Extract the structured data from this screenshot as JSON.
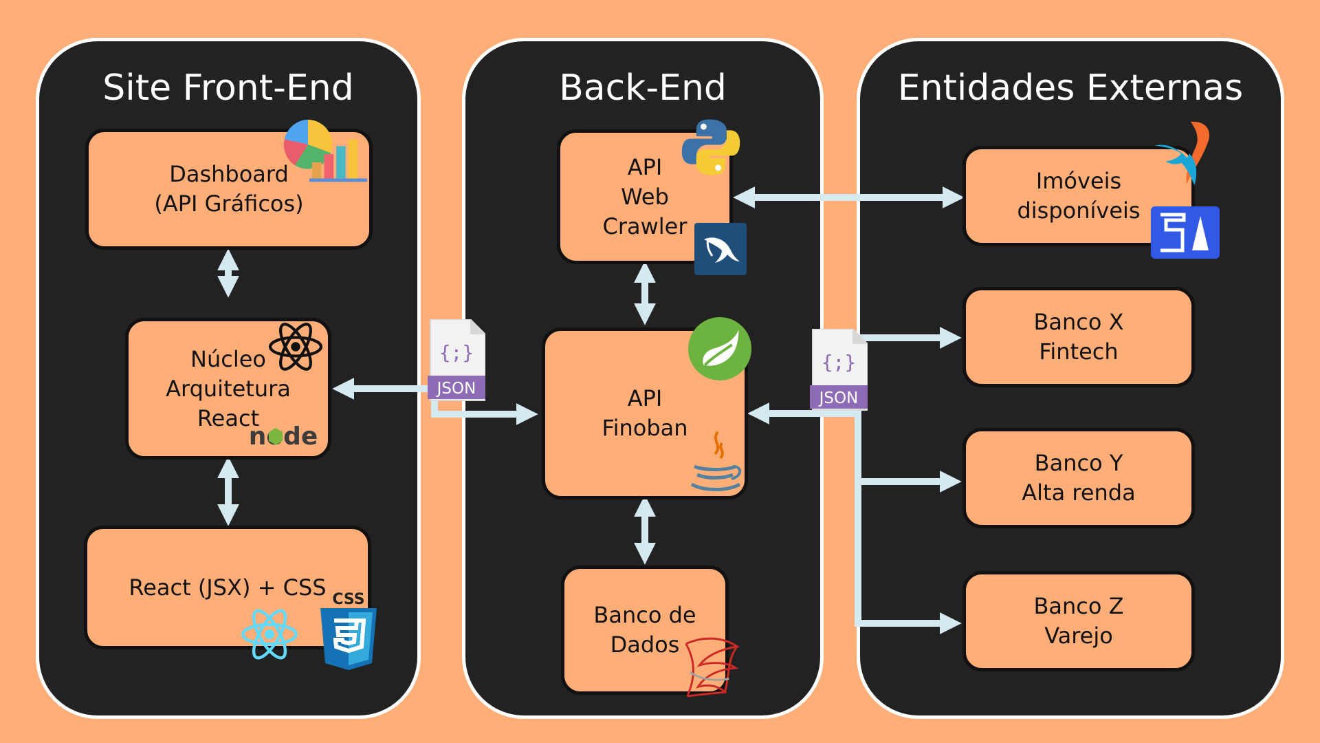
{
  "colors": {
    "background": "#FFAE77",
    "panel": "#222222",
    "box": "#FFAE77",
    "arrow": "#D4E9F0"
  },
  "panels": {
    "frontend": {
      "title": "Site Front-End"
    },
    "backend": {
      "title": "Back-End"
    },
    "external": {
      "title": "Entidades Externas"
    }
  },
  "boxes": {
    "dashboard": [
      "Dashboard",
      "(API Gráficos)"
    ],
    "nucleo": [
      "Núcleo",
      "Arquitetura",
      "React"
    ],
    "react_css": [
      "React (JSX) + CSS"
    ],
    "web_crawler": [
      "API",
      "Web",
      "Crawler"
    ],
    "finoban": [
      "API",
      "Finoban"
    ],
    "banco_dados": [
      "Banco de",
      "Dados"
    ],
    "imoveis": [
      "Imóveis",
      "disponíveis"
    ],
    "banco_x": [
      "Banco X",
      "Fintech"
    ],
    "banco_y": [
      "Banco Y",
      "Alta renda"
    ],
    "banco_z": [
      "Banco Z",
      "Varejo"
    ]
  },
  "json_badges": {
    "label": "JSON",
    "glyph": "{;}"
  },
  "logos": {
    "css3_word": "CSS",
    "node_word": "node"
  },
  "icons": [
    "pie-chart-icon",
    "bar-chart-icon",
    "react-icon",
    "nodejs-icon",
    "css3-icon",
    "python-icon",
    "mysql-dolphin-icon",
    "spring-leaf-icon",
    "java-icon",
    "sql-server-icon",
    "zap-imoveis-icon",
    "quinto-andar-icon",
    "json-file-icon"
  ]
}
